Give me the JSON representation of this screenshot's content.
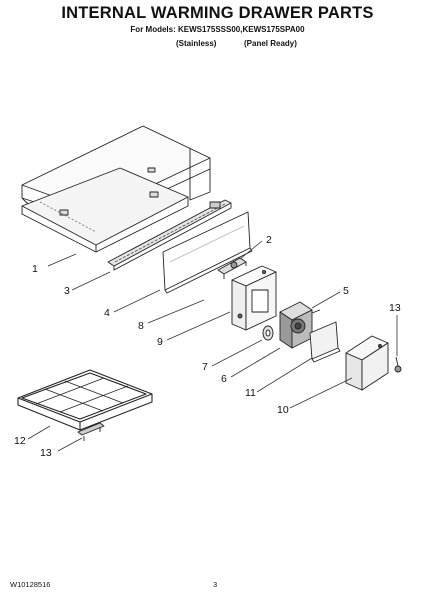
{
  "header": {
    "title": "INTERNAL WARMING DRAWER PARTS",
    "models": "For Models: KEWS175SSS00,KEWS175SPA00",
    "variants": [
      "(Stainless)",
      "(Panel Ready)"
    ]
  },
  "callouts": {
    "c1": "1",
    "c2": "2",
    "c3": "3",
    "c4": "4",
    "c5": "5",
    "c6": "6",
    "c7": "7",
    "c8": "8",
    "c9": "9",
    "c10": "10",
    "c11": "11",
    "c12": "12",
    "c13a": "13",
    "c13b": "13"
  },
  "footer": {
    "doc_number": "W10128516",
    "page_number": "3"
  }
}
